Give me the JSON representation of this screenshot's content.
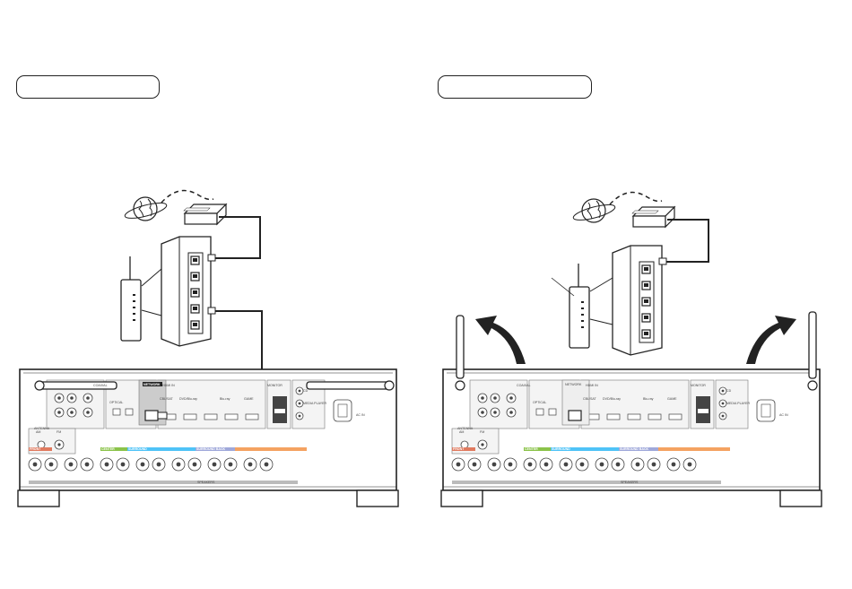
{
  "panels": [
    {
      "id": "wired",
      "heading": "",
      "receiver": {
        "labels": {
          "network": "NETWORK",
          "antenna": "ANTENNA",
          "speakers": "SPEAKERS",
          "ac_in": "AC IN",
          "front": "FRONT",
          "center": "CENTER",
          "surround": "SURROUND",
          "surround_back": "SURROUND BACK",
          "hdmi_in": "HDMI IN",
          "monitor": "MONITOR",
          "cd": "CD",
          "media_player": "MEDIA PLAYER",
          "optical": "OPTICAL",
          "coaxial": "COAXIAL",
          "am": "AM",
          "fm": "FM",
          "cbl_sat": "CBL/SAT",
          "dvd_bluray": "DVD/Blu-ray",
          "bluray": "Blu-ray",
          "game": "GAME"
        }
      }
    },
    {
      "id": "wireless",
      "heading": "",
      "receiver": {
        "labels": {
          "network": "NETWORK",
          "antenna": "ANTENNA",
          "speakers": "SPEAKERS",
          "ac_in": "AC IN",
          "front": "FRONT",
          "center": "CENTER",
          "surround": "SURROUND",
          "surround_back": "SURROUND BACK",
          "hdmi_in": "HDMI IN",
          "monitor": "MONITOR",
          "cd": "CD",
          "media_player": "MEDIA PLAYER",
          "optical": "OPTICAL",
          "coaxial": "COAXIAL",
          "am": "AM",
          "fm": "FM",
          "cbl_sat": "CBL/SAT",
          "dvd_bluray": "DVD/Blu-ray",
          "bluray": "Blu-ray",
          "game": "GAME"
        }
      }
    }
  ],
  "colors": {
    "line": "#222222",
    "front": "#e07a5f",
    "center": "#8bc34a",
    "surround": "#4fc3f7",
    "surround_back": "#9fa8da",
    "height": "#f4a261",
    "panel_fill": "#eeeeee"
  }
}
